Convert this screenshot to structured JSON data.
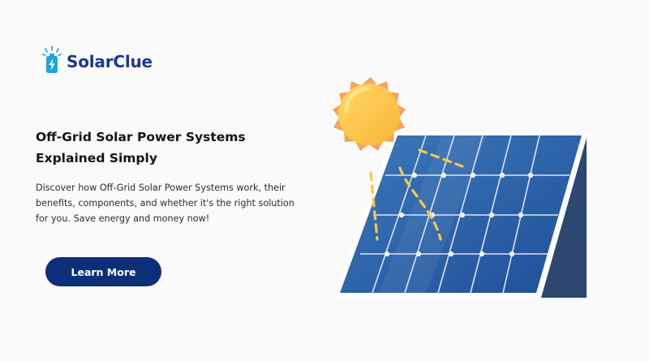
{
  "brand": {
    "name": "SolarClue",
    "color": "#1b3a8c",
    "icon": "battery-bolt-icon"
  },
  "hero": {
    "title": "Off-Grid Solar Power Systems Explained Simply",
    "description": "Discover how Off-Grid Solar Power Systems work, their benefits, components, and whether it's the right solution for you. Save energy and money now!",
    "cta_label": "Learn More",
    "cta_color": "#0d2f7a"
  },
  "illustration": {
    "icons": [
      "sun-icon",
      "solar-panel-icon"
    ],
    "colors": {
      "sun_core": "#fcc84a",
      "sun_rays": "#f7a35c",
      "panel_blue": "#2b5fa6",
      "panel_dark": "#2d4870",
      "beam": "#f9c846"
    }
  }
}
